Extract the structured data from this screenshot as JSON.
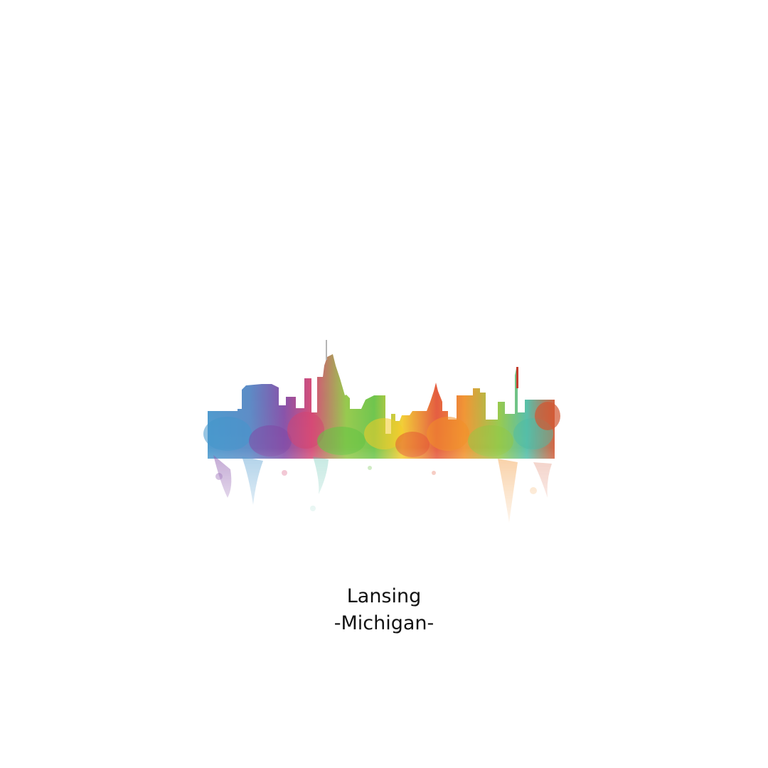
{
  "poster": {
    "city": "Lansing",
    "state": "-Michigan-"
  },
  "artwork": {
    "subject": "watercolor-city-skyline",
    "palette": [
      "#3a8fc8",
      "#7a3fa0",
      "#d23a6a",
      "#8bc43a",
      "#f2c81e",
      "#f08a1e",
      "#e24a2a",
      "#45b8a0",
      "#2a5fa8"
    ]
  }
}
